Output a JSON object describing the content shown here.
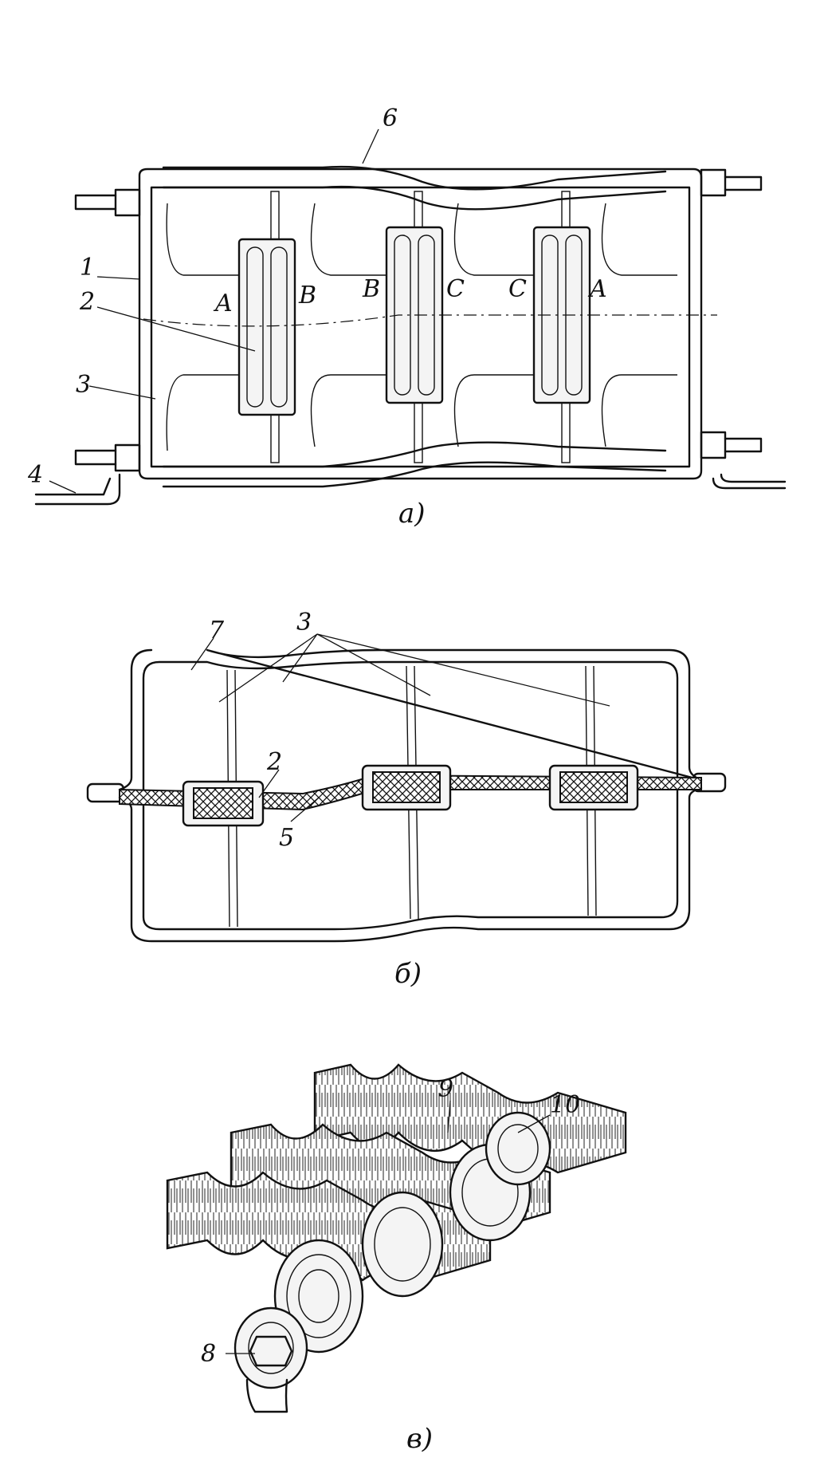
{
  "figure_a": {
    "caption": "а)",
    "callouts": [
      "6",
      "1",
      "2",
      "3",
      "4"
    ],
    "phase_labels": [
      "A",
      "B",
      "B",
      "C",
      "C",
      "A"
    ]
  },
  "figure_b": {
    "caption": "б)",
    "callouts": [
      "7",
      "3",
      "2",
      "5"
    ]
  },
  "figure_c": {
    "caption": "в)",
    "callouts": [
      "9",
      "10",
      "8"
    ]
  }
}
